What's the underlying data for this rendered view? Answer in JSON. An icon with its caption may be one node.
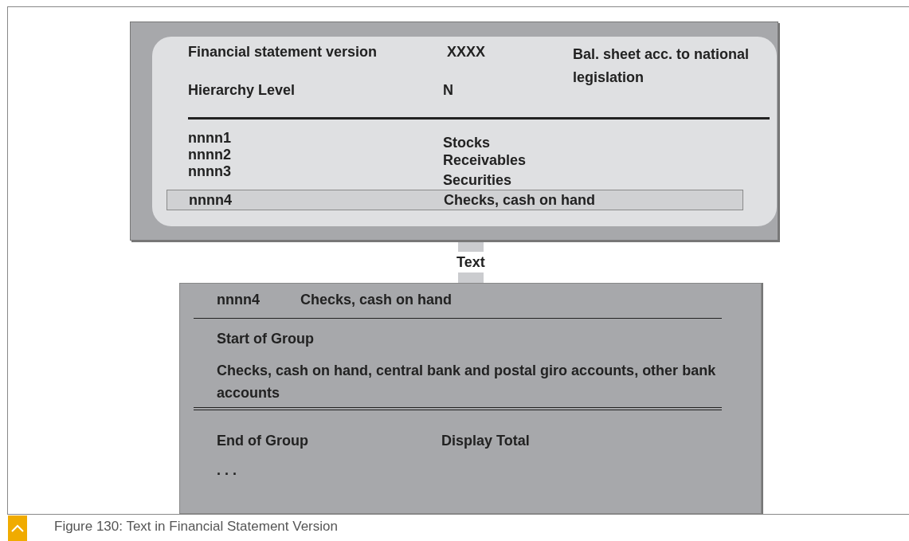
{
  "diagram": {
    "caption": "Figure 130: Text in Financial Statement Version",
    "nodes": [
      {
        "text": [],
        "shape": "box"
      },
      {
        "text": [
          "Financial statement version",
          "XXXX",
          "Bal. sheet acc. to national legislation",
          "Hierarchy Level",
          "N",
          "nnnn1",
          "Stocks",
          "nnnn2",
          "Receivables",
          "nnnn3",
          "Securities"
        ],
        "in": 0
      },
      {
        "text": [
          "nnnn4",
          "Checks, cash on hand"
        ],
        "in": 1
      },
      {
        "text": [
          "nnnn4",
          "Checks, cash on hand",
          "Start of Group",
          "Checks, cash on hand, central bank and postal giro accounts, other bank accounts",
          "End of Group",
          "Display Total",
          ". . ."
        ]
      }
    ],
    "edges": [
      {
        "from": 0,
        "to": 3,
        "arrow": "none",
        "label": "Text"
      }
    ]
  }
}
